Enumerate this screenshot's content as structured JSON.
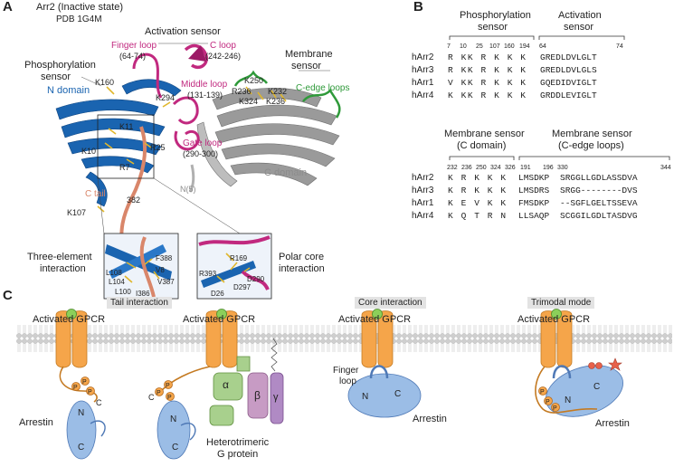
{
  "colors": {
    "n_domain": "#1a64b0",
    "c_domain": "#8c8c8c",
    "loop": "#c1297f",
    "edge": "#2f9a3a",
    "ctail": "#d9866a",
    "gpcr": "#f5a54a",
    "arrestin": "#9bbde6",
    "galpha": "#a8d08d",
    "gbeta": "#c79bc4",
    "ggamma": "#b08ac4",
    "membrane": "#c9c9c9"
  },
  "panel_a": {
    "letter": "A",
    "title": "Arr2 (Inactive state)",
    "pdb": "PDB 1G4M",
    "labels": {
      "activation_sensor": "Activation sensor",
      "finger_loop": "Finger loop",
      "finger_range": "(64-74)",
      "c_loop": "C loop",
      "c_loop_range": "(242-246)",
      "membrane_sensor_l1": "Membrane",
      "membrane_sensor_l2": "sensor",
      "middle_loop": "Middle loop",
      "middle_range": "(131-139)",
      "phos_sensor_l1": "Phosphorylation",
      "phos_sensor_l2": "sensor",
      "n_domain": "N domain",
      "c_edge": "C-edge loops",
      "gate_loop": "Gate loop",
      "gate_range": "(290-300)",
      "c_domain": "C domain",
      "c_tail": "C tail",
      "n5": "N(5)",
      "n382": "382"
    },
    "residues": [
      "K160",
      "K294",
      "K11",
      "K10",
      "R25",
      "R7",
      "K107",
      "K250",
      "R236",
      "K232",
      "K324",
      "K236"
    ],
    "insets": {
      "three_l1": "Three-element",
      "three_l2": "interaction",
      "three_res": [
        "F388",
        "L108",
        "V8",
        "L104",
        "V387",
        "L100",
        "I386"
      ],
      "polar_l1": "Polar core",
      "polar_l2": "interaction",
      "polar_res": [
        "R169",
        "R393",
        "D290",
        "D297",
        "D26"
      ]
    }
  },
  "panel_b": {
    "letter": "B",
    "phos_title_l1": "Phosphorylation",
    "phos_title_l2": "sensor",
    "act_title_l1": "Activation",
    "act_title_l2": "sensor",
    "phos_positions": [
      "7",
      "10",
      "25",
      "107",
      "160",
      "194"
    ],
    "act_positions": [
      "64",
      "74"
    ],
    "rows": [
      {
        "name": "hArr2",
        "phos": "R KK R K K K",
        "act": "GREDLDVLGLT"
      },
      {
        "name": "hArr3",
        "phos": "R KK R K K K",
        "act": "GREDLDVLGLS"
      },
      {
        "name": "hArr1",
        "phos": "V KK R K K K",
        "act": "GQEDIDVIGLT"
      },
      {
        "name": "hArr4",
        "phos": "K KK R K K K",
        "act": "GRDDLEVIGLT"
      }
    ],
    "mem_c_title_l1": "Membrane sensor",
    "mem_c_title_l2": "(C domain)",
    "mem_e_title_l1": "Membrane sensor",
    "mem_e_title_l2": "(C-edge loops)",
    "mem_c_positions": [
      "232",
      "236",
      "250",
      "324",
      "326"
    ],
    "mem_e_positions": [
      "191",
      "196",
      "330",
      "344"
    ],
    "rows2": [
      {
        "name": "hArr2",
        "mc": "K R K K K",
        "e1": "LMSDKP",
        "e2": "SRGGLLGDLASSDVA"
      },
      {
        "name": "hArr3",
        "mc": "K R K K K",
        "e1": "LMSDRS",
        "e2": "SRGG--------DVS"
      },
      {
        "name": "hArr1",
        "mc": "K E V K K",
        "e1": "FMSDKP",
        "e2": "--SGFLGELTSSEVA"
      },
      {
        "name": "hArr4",
        "mc": "K Q T R N",
        "e1": "LLSAQP",
        "e2": "SCGGILGDLTASDVG"
      }
    ]
  },
  "panel_c": {
    "letter": "C",
    "tag_tail": "Tail interaction",
    "tag_core": "Core interaction",
    "tag_tri": "Trimodal mode",
    "gpcr_label": "Activated GPCR",
    "arrestin": "Arrestin",
    "n": "N",
    "c": "C",
    "p": "P",
    "finger_l1": "Finger",
    "finger_l2": "loop",
    "galpha": "α",
    "gbeta": "β",
    "ggamma": "γ",
    "gprotein_l1": "Heterotrimeric",
    "gprotein_l2": "G protein"
  }
}
